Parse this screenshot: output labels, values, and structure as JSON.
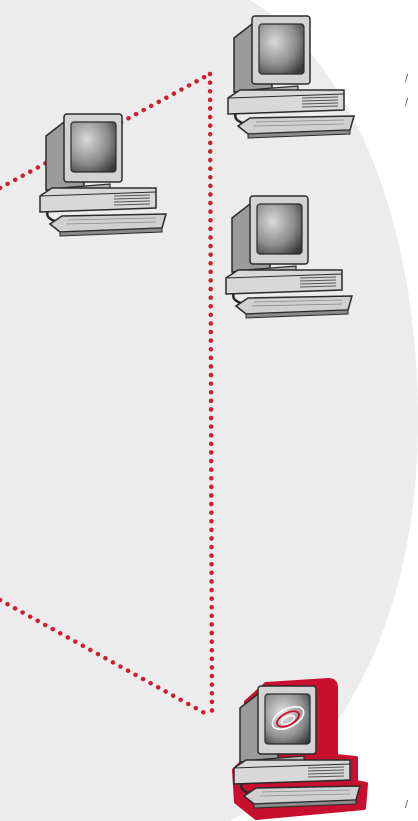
{
  "colors": {
    "background": "#ffffff",
    "network_zone_fill": "#ececec",
    "connection_dots": "#cc1f36",
    "highlight_outline": "#c8102e",
    "computer_body": "#d2d2d2",
    "computer_shadow": "#8a8a8a",
    "outline": "#2a2a2a",
    "screen_dark": "#3a3a3a",
    "screen_light": "#bdbdbd"
  },
  "nodes": [
    {
      "id": "workstation-left",
      "icon": "desktop-computer-icon",
      "highlighted": false
    },
    {
      "id": "workstation-top-right",
      "icon": "desktop-computer-icon",
      "highlighted": false
    },
    {
      "id": "workstation-middle-right",
      "icon": "desktop-computer-icon",
      "highlighted": false
    },
    {
      "id": "management-station",
      "icon": "desktop-computer-with-logo-icon",
      "highlighted": true
    }
  ],
  "edge_marks": {
    "top": "/",
    "middle": "/",
    "bottom": "/"
  }
}
